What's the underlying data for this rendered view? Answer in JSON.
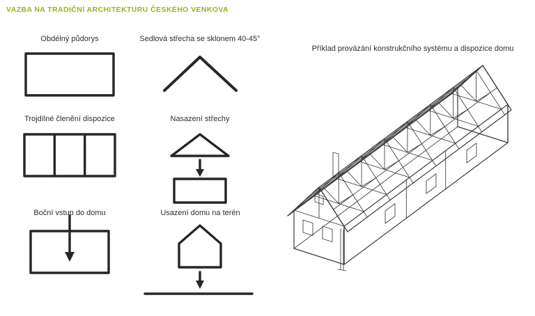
{
  "title": "VAZBA NA TRADIČNÍ ARCHITEKTURU ČESKÉHO VENKOVA",
  "colors": {
    "accent": "#9cb318",
    "ink": "#262626"
  },
  "diagrams": {
    "col1": [
      {
        "label": "Obdélný půdorys"
      },
      {
        "label": "Trojdílné členění dispozice"
      },
      {
        "label": "Boční vstup do domu"
      }
    ],
    "col2": [
      {
        "label": "Sedlová střecha se sklonem 40-45°"
      },
      {
        "label": "Nasazení střechy"
      },
      {
        "label": "Usazení domu na terén"
      }
    ],
    "right": {
      "label": "Příklad provázání konstrukčního systému a dispozice domu"
    }
  }
}
